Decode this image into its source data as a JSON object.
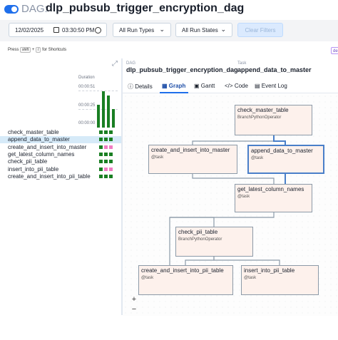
{
  "header": {
    "dag_prefix": "DAG:",
    "dag_id": "dlp_pubsub_trigger_encryption_dag"
  },
  "filters": {
    "date": "12/02/2025",
    "time": "03:30:50 PM",
    "run_types": "All Run Types",
    "run_states": "All Run States",
    "clear_label": "Clear Filters"
  },
  "shortcut": {
    "press": "Press",
    "key1": "shift",
    "plus": "+",
    "key2": "/",
    "suffix": "for Shortcuts"
  },
  "badge": "de",
  "grid": {
    "duration_label": "Duration",
    "ticks": [
      "00:00:51",
      "00:00:25",
      "00:00:00"
    ],
    "bars": [
      0.55,
      0.88,
      0.78,
      0.45
    ],
    "tasks": [
      {
        "label": "check_master_table",
        "states": [
          "success",
          "success",
          "success"
        ]
      },
      {
        "label": "append_data_to_master",
        "states": [
          "success",
          "success",
          "success"
        ]
      },
      {
        "label": "create_and_insert_into_master",
        "states": [
          "success",
          "skipped",
          "skipped"
        ]
      },
      {
        "label": "get_latest_column_names",
        "states": [
          "success",
          "success",
          "success"
        ]
      },
      {
        "label": "check_pii_table",
        "states": [
          "success",
          "success",
          "success"
        ]
      },
      {
        "label": "insert_into_pii_table",
        "states": [
          "success",
          "skipped",
          "skipped"
        ]
      },
      {
        "label": "create_and_insert_into_pii_table",
        "states": [
          "success",
          "success",
          "success"
        ]
      }
    ],
    "selected_index": 1
  },
  "state_colors": {
    "success": "#1a7f23",
    "skipped": "#f07cc4",
    "accent": "#1f6feb"
  },
  "breadcrumb": {
    "dag_key": "DAG",
    "dag_value": "dlp_pubsub_trigger_encryption_dag",
    "task_key": "Task",
    "task_value": "append_data_to_master"
  },
  "tabs": [
    {
      "label": "Details",
      "icon": "info-icon"
    },
    {
      "label": "Graph",
      "icon": "graph-icon"
    },
    {
      "label": "Gantt",
      "icon": "gantt-icon"
    },
    {
      "label": "Code",
      "icon": "code-icon"
    },
    {
      "label": "Event Log",
      "icon": "event-log-icon"
    }
  ],
  "active_tab": "Graph",
  "graph": {
    "nodes": {
      "check_master_table": {
        "title": "check_master_table",
        "sub": "BranchPythonOperator"
      },
      "create_and_insert_into_master": {
        "title": "create_and_insert_into_master",
        "sub": "@task"
      },
      "append_data_to_master": {
        "title": "append_data_to_master",
        "sub": "@task"
      },
      "get_latest_column_names": {
        "title": "get_latest_column_names",
        "sub": "@task"
      },
      "check_pii_table": {
        "title": "check_pii_table",
        "sub": "BranchPythonOperator"
      },
      "create_and_insert_into_pii_table": {
        "title": "create_and_insert_into_pii_table",
        "sub": "@task"
      },
      "insert_into_pii_table": {
        "title": "insert_into_pii_table",
        "sub": "@task"
      }
    },
    "zoom_in": "+",
    "zoom_out": "−"
  }
}
